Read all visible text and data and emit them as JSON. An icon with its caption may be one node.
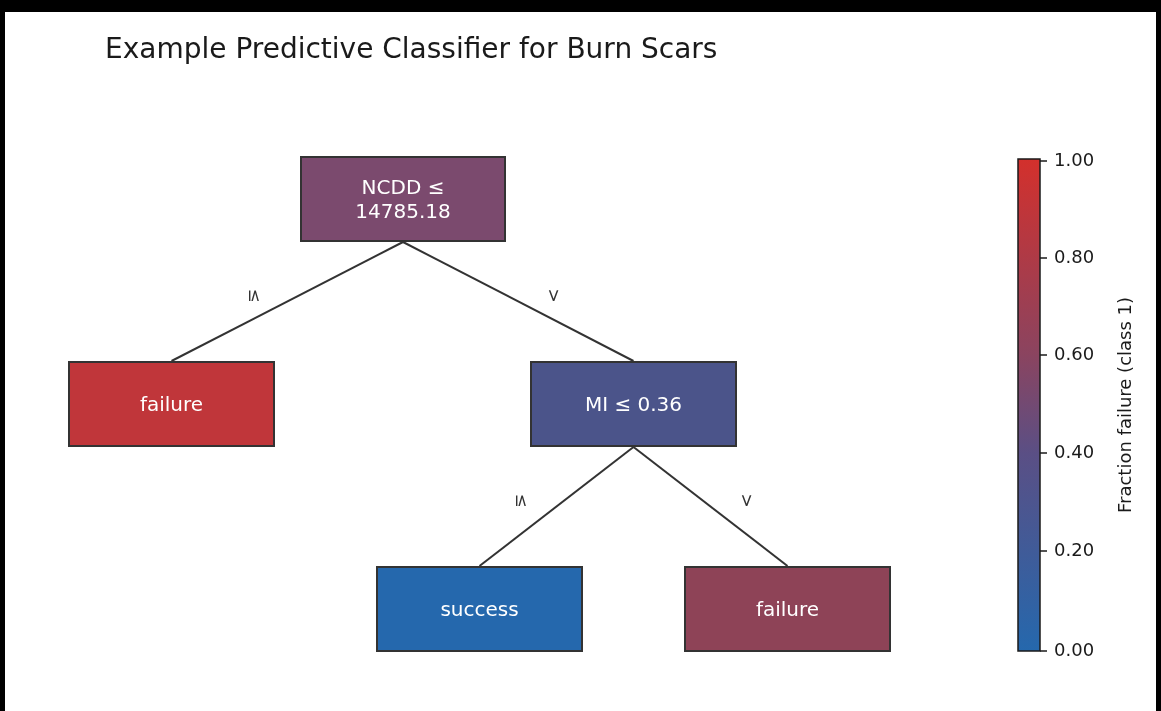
{
  "diagram": {
    "title": "Example Predictive Classifier for Burn Scars",
    "nodes": [
      {
        "text": [
          "NCDD ≤ 14785.18"
        ]
      },
      {
        "text": [
          "failure"
        ]
      },
      {
        "text": [
          "MI ≤ 0.36"
        ]
      },
      {
        "text": [
          "success"
        ]
      },
      {
        "text": [
          "failure"
        ]
      }
    ],
    "edges": [
      {
        "from": 0,
        "to": 1,
        "arrow": "none",
        "label": "≤"
      },
      {
        "from": 0,
        "to": 2,
        "arrow": "none",
        "label": ">"
      },
      {
        "from": 2,
        "to": 3,
        "arrow": "none",
        "label": "≤"
      },
      {
        "from": 2,
        "to": 4,
        "arrow": "none",
        "label": ">"
      }
    ],
    "labels": [
      "1.00",
      "0.80",
      "0.60",
      "0.40",
      "0.20",
      "0.00",
      "Fraction failure (class 1)"
    ]
  }
}
